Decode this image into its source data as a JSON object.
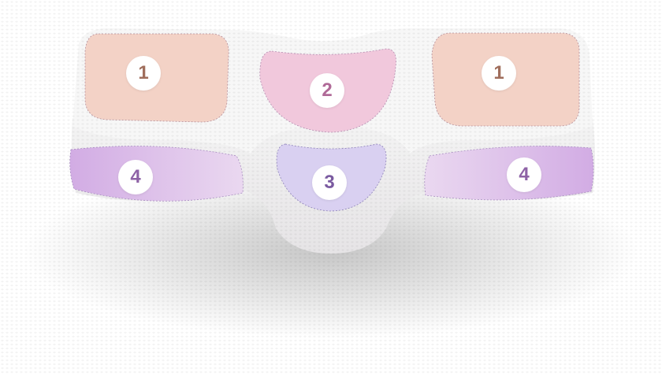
{
  "zones": [
    {
      "number": "1",
      "color": "#f3d2c6",
      "text_color": "#a06e5c"
    },
    {
      "number": "2",
      "color": "#f1c8dc",
      "text_color": "#b06a98"
    },
    {
      "number": "1",
      "color": "#f3d2c6",
      "text_color": "#a06e5c"
    },
    {
      "number": "4",
      "color": "#dcbde8",
      "text_color": "#8e62a6"
    },
    {
      "number": "3",
      "color": "#d9d0f1",
      "text_color": "#7a5aa0"
    },
    {
      "number": "4",
      "color": "#dcbde8",
      "text_color": "#8e62a6"
    }
  ]
}
